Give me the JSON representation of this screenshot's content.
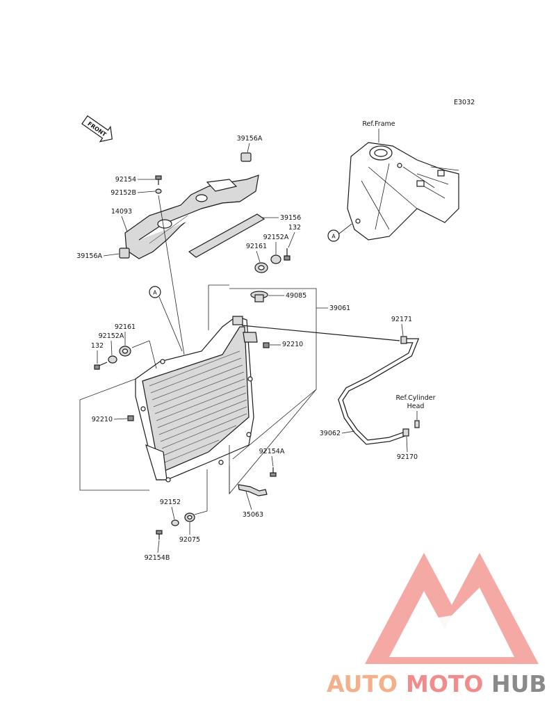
{
  "diagram": {
    "code": "E3032",
    "front_arrow_label": "FRONT",
    "ref_frame_label": "Ref.Frame",
    "ref_cylinder_head_label_line1": "Ref.Cylinder",
    "ref_cylinder_head_label_line2": "Head",
    "ref_marker": "A",
    "parts": {
      "p39156A_top": "39156A",
      "p92154": "92154",
      "p92152B": "92152B",
      "p14093": "14093",
      "p39156A_left": "39156A",
      "p39156": "39156",
      "p132_top": "132",
      "p92152A_top": "92152A",
      "p92161_top": "92161",
      "p49085": "49085",
      "p39061": "39061",
      "p92171": "92171",
      "p92161_left": "92161",
      "p92152A_left": "92152A",
      "p132_left": "132",
      "p92210_right": "92210",
      "p92210_left": "92210",
      "p39062": "39062",
      "p92170": "92170",
      "p92154A": "92154A",
      "p35063": "35063",
      "p92152": "92152",
      "p92075": "92075",
      "p92154B": "92154B"
    }
  },
  "watermark": {
    "word_part1": "AUTO",
    "word_part2": "MOTO",
    "word_part3": "HUB",
    "color1": "#f3b08a",
    "color2": "#f28c8c",
    "color3": "#8a8a8a",
    "triangle_color": "#f28a8a"
  }
}
